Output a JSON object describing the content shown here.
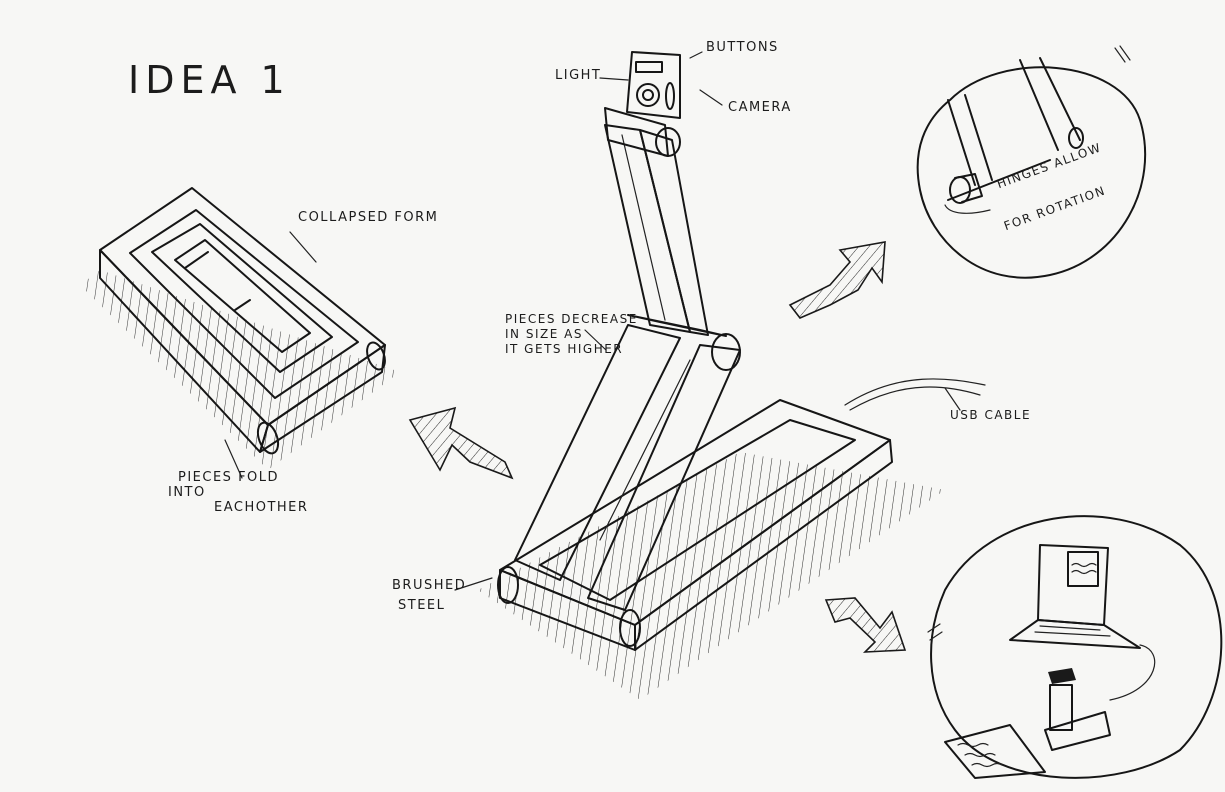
{
  "title": "IDEA 1",
  "labels": {
    "collapsed_form": "COLLAPSED FORM",
    "pieces_fold_line1": "PIECES FOLD",
    "pieces_fold_line2": "INTO",
    "pieces_fold_line3": "EACHOTHER",
    "light": "LIGHT",
    "buttons": "BUTTONS",
    "camera": "CAMERA",
    "pieces_decrease_line1": "PIECES DECREASE",
    "pieces_decrease_line2": "IN SIZE AS",
    "pieces_decrease_line3": "IT GETS HIGHER",
    "usb_cable": "USB CABLE",
    "brushed": "BRUSHED",
    "steel": "STEEL",
    "hinges_line1": "HINGES ALLOW",
    "hinges_line2": "FOR ROTATION"
  }
}
